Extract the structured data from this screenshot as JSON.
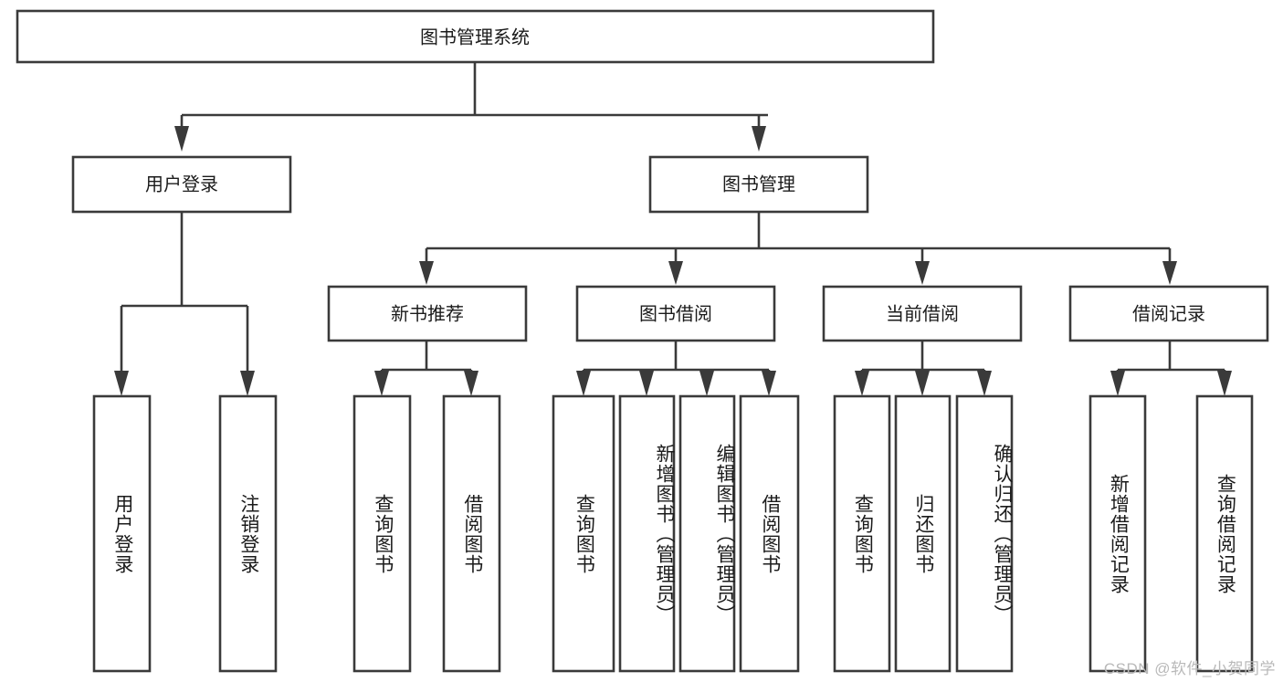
{
  "diagram": {
    "type": "tree",
    "title": "图书管理系统",
    "root": {
      "label": "图书管理系统",
      "orientation": "horizontal"
    },
    "level2": [
      {
        "label": "用户登录",
        "orientation": "horizontal"
      },
      {
        "label": "图书管理",
        "orientation": "horizontal"
      }
    ],
    "level3": [
      {
        "label": "新书推荐",
        "orientation": "horizontal"
      },
      {
        "label": "图书借阅",
        "orientation": "horizontal"
      },
      {
        "label": "当前借阅",
        "orientation": "horizontal"
      },
      {
        "label": "借阅记录",
        "orientation": "horizontal"
      }
    ],
    "leaves": {
      "user_login": [
        {
          "label": "用户登录",
          "orientation": "vertical"
        },
        {
          "label": "注销登录",
          "orientation": "vertical"
        }
      ],
      "new_book_recommend": [
        {
          "label": "查询图书",
          "orientation": "vertical"
        },
        {
          "label": "借阅图书",
          "orientation": "vertical"
        }
      ],
      "book_borrow": [
        {
          "label": "查询图书",
          "orientation": "vertical"
        },
        {
          "label": "新增图书（管理员）",
          "orientation": "vertical"
        },
        {
          "label": "编辑图书（管理员）",
          "orientation": "vertical"
        },
        {
          "label": "借阅图书",
          "orientation": "vertical"
        }
      ],
      "current_borrow": [
        {
          "label": "查询图书",
          "orientation": "vertical"
        },
        {
          "label": "归还图书",
          "orientation": "vertical"
        },
        {
          "label": "确认归还（管理员）",
          "orientation": "vertical"
        }
      ],
      "borrow_record": [
        {
          "label": "新增借阅记录",
          "orientation": "vertical"
        },
        {
          "label": "查询借阅记录",
          "orientation": "vertical"
        }
      ]
    },
    "colors": {
      "box_stroke": "#3a3a3a",
      "box_fill": "#ffffff",
      "connector": "#3a3a3a",
      "text": "#1b1b1b",
      "background": "#ffffff",
      "watermark": "#b9b9b9"
    }
  },
  "watermark": {
    "text": "CSDN @软件_小贺同学"
  }
}
